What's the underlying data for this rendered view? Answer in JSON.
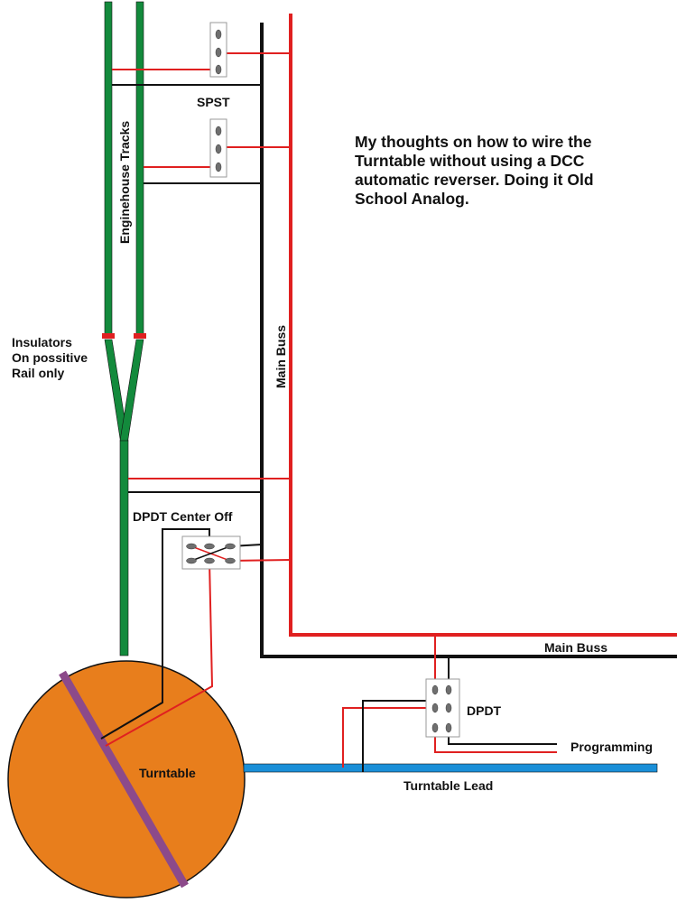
{
  "labels": {
    "spst": "SPST",
    "enginehouse_tracks": "Enginehouse Tracks",
    "note_lines": [
      "My thoughts on how to wire the",
      "Turntable without using a DCC",
      "automatic reverser.  Doing it Old",
      "School Analog."
    ],
    "insulators_lines": [
      "Insulators",
      "On possitive",
      "Rail only"
    ],
    "main_buss_vertical": "Main Buss",
    "dpdt_center_off": "DPDT Center Off",
    "main_buss_horizontal": "Main Buss",
    "dpdt": "DPDT",
    "programming": "Programming",
    "turntable": "Turntable",
    "turntable_lead": "Turntable Lead"
  },
  "colors": {
    "track_green": "#138a3c",
    "wire_red": "#e02020",
    "wire_black": "#111111",
    "turntable_orange": "#e87e1c",
    "bridge_purple": "#8c4a8a",
    "lead_blue": "#1a8fd8",
    "insulator_red": "#e02020",
    "switch_contact": "#6f6f6f"
  }
}
